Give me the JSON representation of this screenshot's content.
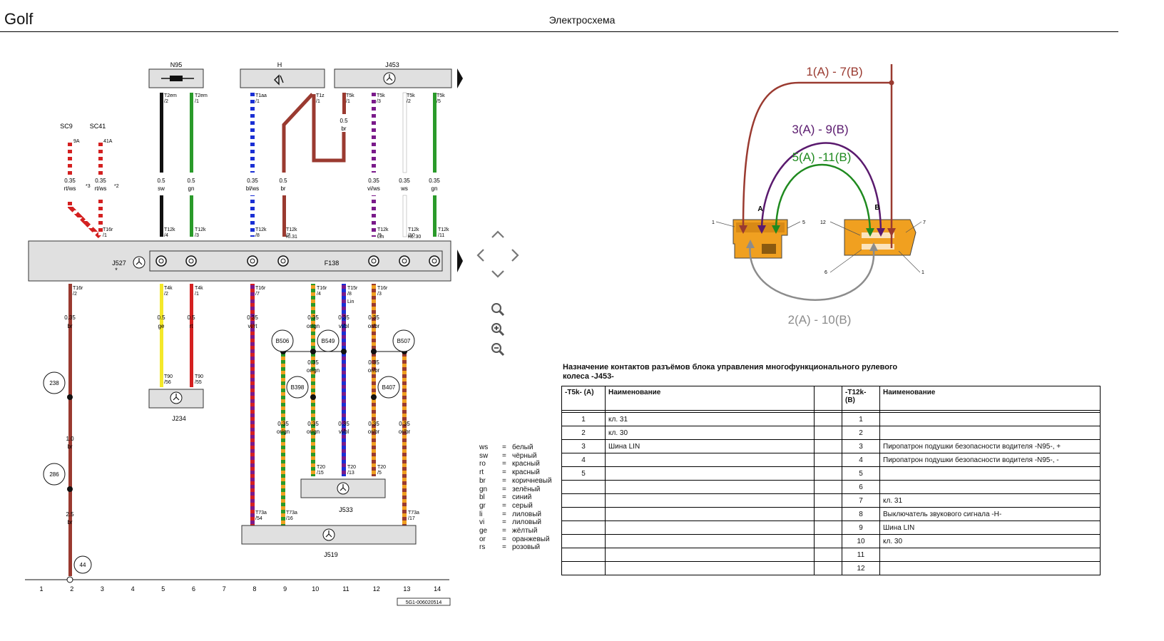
{
  "header": {
    "model": "Golf",
    "title": "Электросхема"
  },
  "schematic": {
    "components": {
      "n95": "N95",
      "h": "H",
      "j453": "J453",
      "sc9": "SC9",
      "sc41": "SC41",
      "j527": "J527",
      "j527_star": "*",
      "f138": "F138",
      "j234": "J234",
      "j533": "J533",
      "j519": "J519",
      "b506": "B506",
      "b549": "B549",
      "b507": "B507",
      "b398": "B398",
      "b407": "B407",
      "n238": "238",
      "n286": "286",
      "n44": "44"
    },
    "pins_top": [
      {
        "l1": "T2em",
        "l2": "/2"
      },
      {
        "l1": "T2em",
        "l2": "/1"
      },
      {
        "l1": "T1aa",
        "l2": "/1"
      },
      {
        "l1": "T1z",
        "l2": "/1"
      },
      {
        "l1": "T5k",
        "l2": "/1"
      },
      {
        "l1": "T5k",
        "l2": "/3"
      },
      {
        "l1": "T5k",
        "l2": "/2"
      },
      {
        "l1": "T5k",
        "l2": "/5"
      },
      {
        "l1": "9A",
        "l2": ""
      },
      {
        "l1": "41A",
        "l2": ""
      }
    ],
    "pins_mid": [
      {
        "l1": "T16r",
        "l2": "/1"
      },
      {
        "l1": "T12k",
        "l2": "/4"
      },
      {
        "l1": "T12k",
        "l2": "/3"
      },
      {
        "l1": "T12k",
        "l2": "/8"
      },
      {
        "l1": "T12k",
        "l2": "/7"
      },
      {
        "l1": "T12k",
        "l2": "/9"
      },
      {
        "l1": "T12k",
        "l2": "/10"
      },
      {
        "l1": "T12k",
        "l2": "/11"
      }
    ],
    "pins_mid_extra": {
      "kl31": "Kl.31",
      "lin": "Lin",
      "kl30": "KL.30"
    },
    "pins_bottom": [
      {
        "l1": "T16r",
        "l2": "/2"
      },
      {
        "l1": "T4k",
        "l2": "/2"
      },
      {
        "l1": "T4k",
        "l2": "/1"
      },
      {
        "l1": "T16r",
        "l2": "/7"
      },
      {
        "l1": "T16r",
        "l2": "/4"
      },
      {
        "l1": "T15r",
        "l2": "/8"
      },
      {
        "l1": "T16r",
        "l2": "/3"
      }
    ],
    "pins_bottom_extra": {
      "lin": "Lin"
    },
    "pins_low": [
      {
        "l1": "T90",
        "l2": "/56"
      },
      {
        "l1": "T90",
        "l2": "/55"
      },
      {
        "l1": "T73a",
        "l2": "/54"
      },
      {
        "l1": "T73a",
        "l2": "/16"
      },
      {
        "l1": "T20",
        "l2": "/15"
      },
      {
        "l1": "T20",
        "l2": "/13"
      },
      {
        "l1": "T20",
        "l2": "/5"
      },
      {
        "l1": "T73a",
        "l2": "/17"
      }
    ],
    "wires_upper": [
      {
        "s": "0.35",
        "c": "rt/ws"
      },
      {
        "s": "0.35",
        "c": "rt/ws"
      },
      {
        "s": "0.5",
        "c": "sw"
      },
      {
        "s": "0.5",
        "c": "gn"
      },
      {
        "s": "0.35",
        "c": "bl/ws"
      },
      {
        "s": "0.5",
        "c": "br"
      },
      {
        "s": "0.35",
        "c": "vi/ws"
      },
      {
        "s": "0.35",
        "c": "ws"
      },
      {
        "s": "0.35",
        "c": "gn"
      },
      {
        "s": "0.5",
        "c": "br"
      }
    ],
    "wire_marks": {
      "m3": "*3",
      "m2": "*2"
    },
    "wires_lower": [
      {
        "s": "0.35",
        "c": "br"
      },
      {
        "s": "0.5",
        "c": "ge"
      },
      {
        "s": "0.5",
        "c": "rt"
      },
      {
        "s": "0.35",
        "c": "vi/rt"
      },
      {
        "s": "0.35",
        "c": "or/gn"
      },
      {
        "s": "0.35",
        "c": "vi/bl"
      },
      {
        "s": "0.35",
        "c": "or/br"
      }
    ],
    "wires_low2": [
      {
        "s": "0.35",
        "c": "or/gn"
      },
      {
        "s": "0.35",
        "c": "or/br"
      },
      {
        "s": "1.0",
        "c": "br"
      },
      {
        "s": "0.35",
        "c": "or/gn"
      },
      {
        "s": "0.35",
        "c": "or/gn"
      },
      {
        "s": "0.35",
        "c": "vi/bl"
      },
      {
        "s": "0.35",
        "c": "or/br"
      },
      {
        "s": "0.35",
        "c": "or/br"
      },
      {
        "s": "2.5",
        "c": "br"
      }
    ],
    "grid": [
      "1",
      "2",
      "3",
      "4",
      "5",
      "6",
      "7",
      "8",
      "9",
      "10",
      "11",
      "12",
      "13",
      "14"
    ],
    "doc_id": "5G1-006020514"
  },
  "legend": [
    {
      "k": "ws",
      "v": "белый"
    },
    {
      "k": "sw",
      "v": "чёрный"
    },
    {
      "k": "ro",
      "v": "красный"
    },
    {
      "k": "rt",
      "v": "красный"
    },
    {
      "k": "br",
      "v": "коричневый"
    },
    {
      "k": "gn",
      "v": "зелёный"
    },
    {
      "k": "bl",
      "v": "синий"
    },
    {
      "k": "gr",
      "v": "серый"
    },
    {
      "k": "li",
      "v": "лиловый"
    },
    {
      "k": "vi",
      "v": "лиловый"
    },
    {
      "k": "ge",
      "v": "жёлтый"
    },
    {
      "k": "or",
      "v": "оранжевый"
    },
    {
      "k": "rs",
      "v": "розовый"
    }
  ],
  "connector_diagram": {
    "links": [
      "1(A) - 7(B)",
      "3(A) - 9(B)",
      "5(A) -11(B)",
      "2(A) - 10(B)"
    ],
    "plug_a": "A",
    "plug_b": "B",
    "pin_labels": [
      "1",
      "5",
      "12",
      "7",
      "6",
      "1"
    ],
    "colors": {
      "brown": "#9a3a30",
      "purple": "#5a1a6e",
      "green": "#1f8a1f",
      "gray": "#8c8c8c",
      "plug": "#f0a020"
    }
  },
  "pin_table": {
    "title": "Назначение контактов разъёмов блока управления многофункционального рулевого колеса -J453-",
    "col_a_header": "-T5k- (A)",
    "col_name_header": "Наименование",
    "col_b_header": "-T12k- (B)",
    "col_name2_header": "Наименование",
    "rows": [
      {
        "a": "1",
        "an": "кл. 31",
        "b": "1",
        "bn": ""
      },
      {
        "a": "2",
        "an": "кл. 30",
        "b": "2",
        "bn": ""
      },
      {
        "a": "3",
        "an": "Шина LIN",
        "b": "3",
        "bn": "Пиропатрон подушки безопасности водителя -N95-, +"
      },
      {
        "a": "4",
        "an": "",
        "b": "4",
        "bn": "Пиропатрон подушки безопасности водителя -N95-, -"
      },
      {
        "a": "5",
        "an": "",
        "b": "5",
        "bn": ""
      },
      {
        "a": "",
        "an": "",
        "b": "6",
        "bn": ""
      },
      {
        "a": "",
        "an": "",
        "b": "7",
        "bn": "кл. 31"
      },
      {
        "a": "",
        "an": "",
        "b": "8",
        "bn": "Выключатель звукового сигнала -H-"
      },
      {
        "a": "",
        "an": "",
        "b": "9",
        "bn": "Шина LIN"
      },
      {
        "a": "",
        "an": "",
        "b": "10",
        "bn": "кл. 30"
      },
      {
        "a": "",
        "an": "",
        "b": "11",
        "bn": ""
      },
      {
        "a": "",
        "an": "",
        "b": "12",
        "bn": ""
      }
    ]
  },
  "controls": {
    "nav": "pan-arrows",
    "zoom": [
      "zoom-fit-icon",
      "zoom-in-icon",
      "zoom-out-icon"
    ]
  }
}
